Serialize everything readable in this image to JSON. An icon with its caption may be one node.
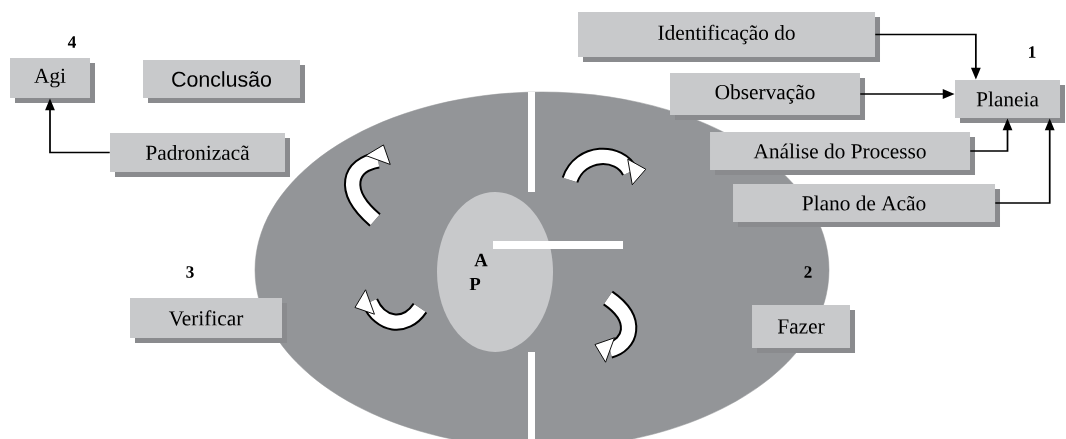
{
  "diagram": {
    "nodes": [
      {
        "text": [
          "Agi"
        ],
        "beside": [
          "4"
        ]
      },
      {
        "text": [
          "Conclusão"
        ]
      },
      {
        "text": [
          "Padronizacã"
        ]
      },
      {
        "text": [
          "Identificação do"
        ]
      },
      {
        "text": [
          "Observação"
        ]
      },
      {
        "text": [
          "Planeia"
        ],
        "beside": [
          "1"
        ]
      },
      {
        "text": [
          "Análise do Processo"
        ]
      },
      {
        "text": [
          "Plano de Acão"
        ]
      },
      {
        "text": [
          "Verificar"
        ],
        "beside": [
          "3"
        ]
      },
      {
        "text": [
          "Fazer"
        ],
        "beside": [
          "2"
        ]
      },
      {
        "text": [],
        "shape": "circle"
      },
      {
        "text": [
          "A",
          "P"
        ],
        "in": 10
      }
    ],
    "edges": [
      {
        "from": 2,
        "to": 0,
        "arrow": "to"
      },
      {
        "from": 3,
        "to": 5,
        "arrow": "to"
      },
      {
        "from": 4,
        "to": 5,
        "arrow": "to"
      },
      {
        "from": 6,
        "to": 5,
        "arrow": "to"
      },
      {
        "from": 7,
        "to": 5,
        "arrow": "to"
      }
    ]
  }
}
